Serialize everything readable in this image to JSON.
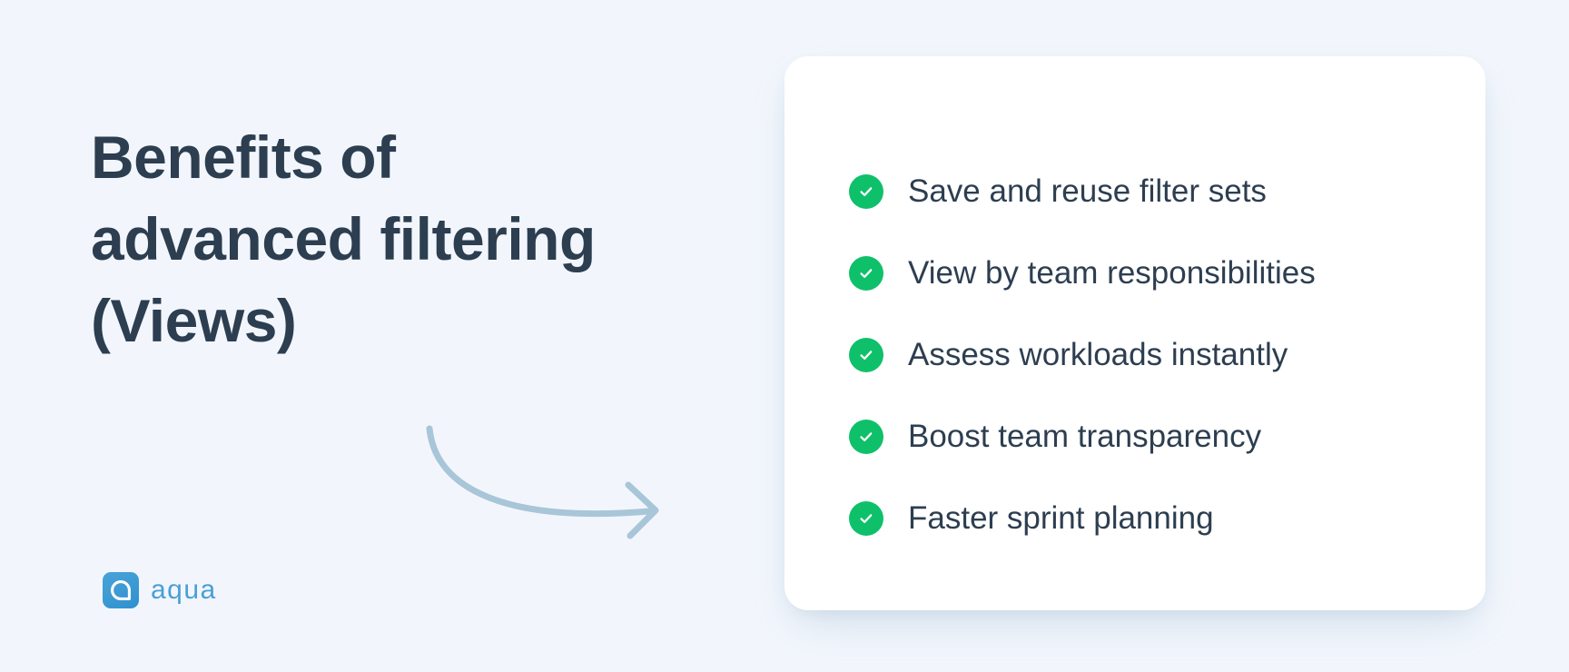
{
  "background_color": "#f2f6fc",
  "heading": {
    "text": "Benefits of\nadvanced filtering\n(Views)",
    "color": "#2c3e50"
  },
  "arrow": {
    "icon": "curved-arrow-right-icon",
    "color": "#a8c6d8"
  },
  "logo": {
    "mark_icon": "aqua-logo-mark-icon",
    "wordmark": "aqua",
    "color": "#4a9fd5"
  },
  "card": {
    "background_color": "#ffffff",
    "check_color": "#0fc06a",
    "text_color": "#2d3e50",
    "benefits": [
      {
        "icon": "check-circle-icon",
        "label": "Save and reuse filter sets"
      },
      {
        "icon": "check-circle-icon",
        "label": "View by team responsibilities"
      },
      {
        "icon": "check-circle-icon",
        "label": "Assess workloads instantly"
      },
      {
        "icon": "check-circle-icon",
        "label": "Boost team transparency"
      },
      {
        "icon": "check-circle-icon",
        "label": "Faster sprint planning"
      }
    ]
  }
}
